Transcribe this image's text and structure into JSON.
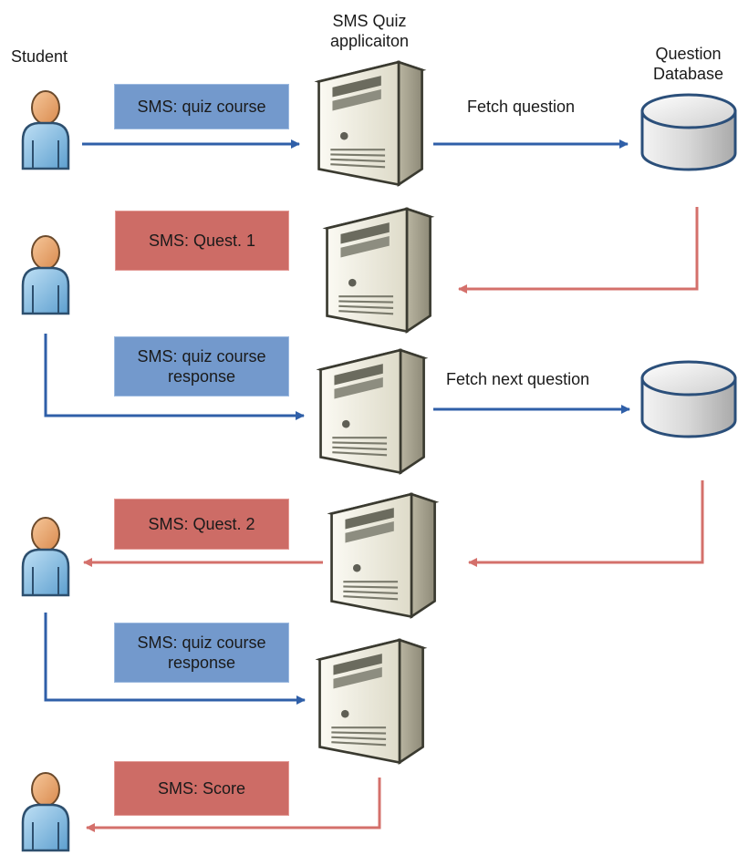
{
  "labels": {
    "student": "Student",
    "app_line1": "SMS Quiz",
    "app_line2": "applicaiton",
    "db_line1": "Question",
    "db_line2": "Database",
    "fetch_question": "Fetch question",
    "fetch_next_question": "Fetch next question"
  },
  "messages": {
    "m1": "SMS: quiz course",
    "m2": "SMS: Quest. 1",
    "m3_line1": "SMS: quiz course",
    "m3_line2": "response",
    "m4": "SMS: Quest. 2",
    "m5_line1": "SMS: quiz course",
    "m5_line2": "response",
    "m6": "SMS: Score"
  },
  "colors": {
    "request_arrow": "#2f5fa8",
    "reply_arrow": "#d4706b",
    "request_box": "#7399cc",
    "reply_box": "#cd6c66"
  },
  "icons": {
    "student": "person-icon",
    "server": "server-tower-icon",
    "database": "database-cylinder-icon"
  }
}
